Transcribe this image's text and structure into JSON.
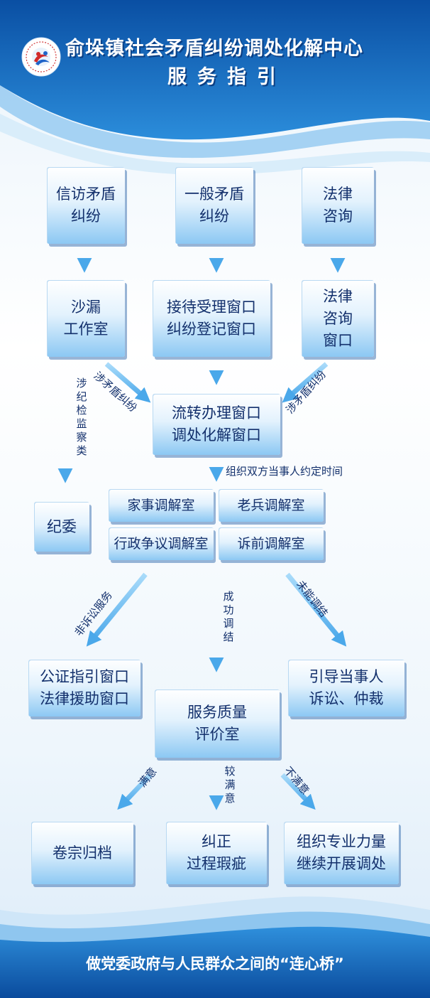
{
  "header": {
    "title": "俞垛镇社会矛盾纠纷调处化解中心",
    "subtitle": "服务指引"
  },
  "boxes": {
    "xinfang": [
      "信访矛盾",
      "纠纷"
    ],
    "yiban": [
      "一般矛盾",
      "纠纷"
    ],
    "falv": [
      "法律",
      "咨询"
    ],
    "shalou": [
      "沙漏",
      "工作室"
    ],
    "jiedai": [
      "接待受理窗口",
      "纠纷登记窗口"
    ],
    "falv_window": [
      "法律",
      "咨询",
      "窗口"
    ],
    "liuzhuan": [
      "流转办理窗口",
      "调处化解窗口"
    ],
    "jiwei": [
      "纪委"
    ],
    "jiashi": [
      "家事调解室"
    ],
    "laobing": [
      "老兵调解室"
    ],
    "xingzheng": [
      "行政争议调解室"
    ],
    "suqian": [
      "诉前调解室"
    ],
    "gongzheng": [
      "公证指引窗口",
      "法律援助窗口"
    ],
    "yindao": [
      "引导当事人",
      "诉讼、仲裁"
    ],
    "fuwu": [
      "服务质量",
      "评价室"
    ],
    "juanzong": [
      "卷宗归档"
    ],
    "jiuzheng": [
      "纠正",
      "过程瑕疵"
    ],
    "zuzhi": [
      "组织专业力量",
      "继续开展调处"
    ]
  },
  "labels": {
    "sheji": "涉纪检监察类",
    "shemao_left": "涉矛盾纠纷",
    "shemao_right": "涉矛盾纠纷",
    "zuzhi_time": "组织双方当事人约定时间",
    "feisusong": "非诉讼服务",
    "chenggong": "成功调结",
    "weineng": "未能调结",
    "manyi": "满意",
    "jiaomanyi": "较满意",
    "bumanyi": "不满意"
  },
  "footer": "做党委政府与人民群众之间的“连心桥”",
  "colors": {
    "dark_blue": "#0d4f9e",
    "mid_blue": "#2a86d6",
    "text": "#13306c",
    "arrow": "#5ab3ee"
  }
}
